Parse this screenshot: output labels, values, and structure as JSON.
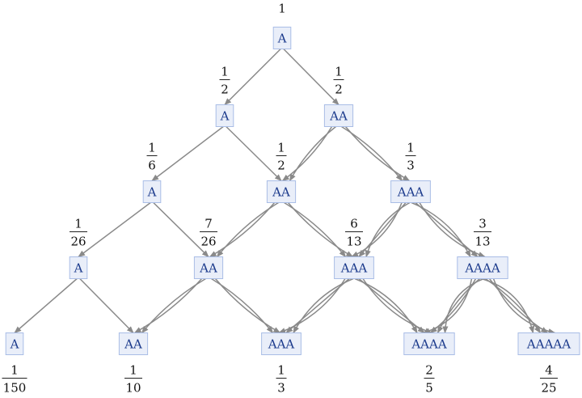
{
  "colors": {
    "node_fill": "#e9eef9",
    "node_stroke": "#a9bde6",
    "node_text": "#1b3a8c",
    "edge": "#8a8a8a"
  },
  "nodes": [
    {
      "id": "n0",
      "text": "A",
      "prob": {
        "num": "1",
        "den": ""
      }
    },
    {
      "id": "n1a",
      "text": "A",
      "prob": {
        "num": "1",
        "den": "2"
      }
    },
    {
      "id": "n1b",
      "text": "AA",
      "prob": {
        "num": "1",
        "den": "2"
      }
    },
    {
      "id": "n2a",
      "text": "A",
      "prob": {
        "num": "1",
        "den": "6"
      }
    },
    {
      "id": "n2b",
      "text": "AA",
      "prob": {
        "num": "1",
        "den": "2"
      }
    },
    {
      "id": "n2c",
      "text": "AAA",
      "prob": {
        "num": "1",
        "den": "3"
      }
    },
    {
      "id": "n3a",
      "text": "A",
      "prob": {
        "num": "1",
        "den": "26"
      }
    },
    {
      "id": "n3b",
      "text": "AA",
      "prob": {
        "num": "7",
        "den": "26"
      }
    },
    {
      "id": "n3c",
      "text": "AAA",
      "prob": {
        "num": "6",
        "den": "13"
      }
    },
    {
      "id": "n3d",
      "text": "AAAA",
      "prob": {
        "num": "3",
        "den": "13"
      }
    },
    {
      "id": "n4a",
      "text": "A",
      "prob": {
        "num": "1",
        "den": "150"
      }
    },
    {
      "id": "n4b",
      "text": "AA",
      "prob": {
        "num": "1",
        "den": "10"
      }
    },
    {
      "id": "n4c",
      "text": "AAA",
      "prob": {
        "num": "1",
        "den": "3"
      }
    },
    {
      "id": "n4d",
      "text": "AAAA",
      "prob": {
        "num": "2",
        "den": "5"
      }
    },
    {
      "id": "n4e",
      "text": "AAAAA",
      "prob": {
        "num": "4",
        "den": "25"
      }
    }
  ],
  "edges": [
    {
      "from": "n0",
      "to": "n1a",
      "count": 1
    },
    {
      "from": "n0",
      "to": "n1b",
      "count": 1
    },
    {
      "from": "n1a",
      "to": "n2a",
      "count": 1
    },
    {
      "from": "n1a",
      "to": "n2b",
      "count": 1
    },
    {
      "from": "n1b",
      "to": "n2b",
      "count": 2
    },
    {
      "from": "n1b",
      "to": "n2c",
      "count": 2
    },
    {
      "from": "n2a",
      "to": "n3a",
      "count": 1
    },
    {
      "from": "n2a",
      "to": "n3b",
      "count": 1
    },
    {
      "from": "n2b",
      "to": "n3b",
      "count": 2
    },
    {
      "from": "n2b",
      "to": "n3c",
      "count": 2
    },
    {
      "from": "n2c",
      "to": "n3c",
      "count": 3
    },
    {
      "from": "n2c",
      "to": "n3d",
      "count": 3
    },
    {
      "from": "n3a",
      "to": "n4a",
      "count": 1
    },
    {
      "from": "n3a",
      "to": "n4b",
      "count": 1
    },
    {
      "from": "n3b",
      "to": "n4b",
      "count": 2
    },
    {
      "from": "n3b",
      "to": "n4c",
      "count": 2
    },
    {
      "from": "n3c",
      "to": "n4c",
      "count": 3
    },
    {
      "from": "n3c",
      "to": "n4d",
      "count": 3
    },
    {
      "from": "n3d",
      "to": "n4d",
      "count": 4
    },
    {
      "from": "n3d",
      "to": "n4e",
      "count": 4
    }
  ]
}
